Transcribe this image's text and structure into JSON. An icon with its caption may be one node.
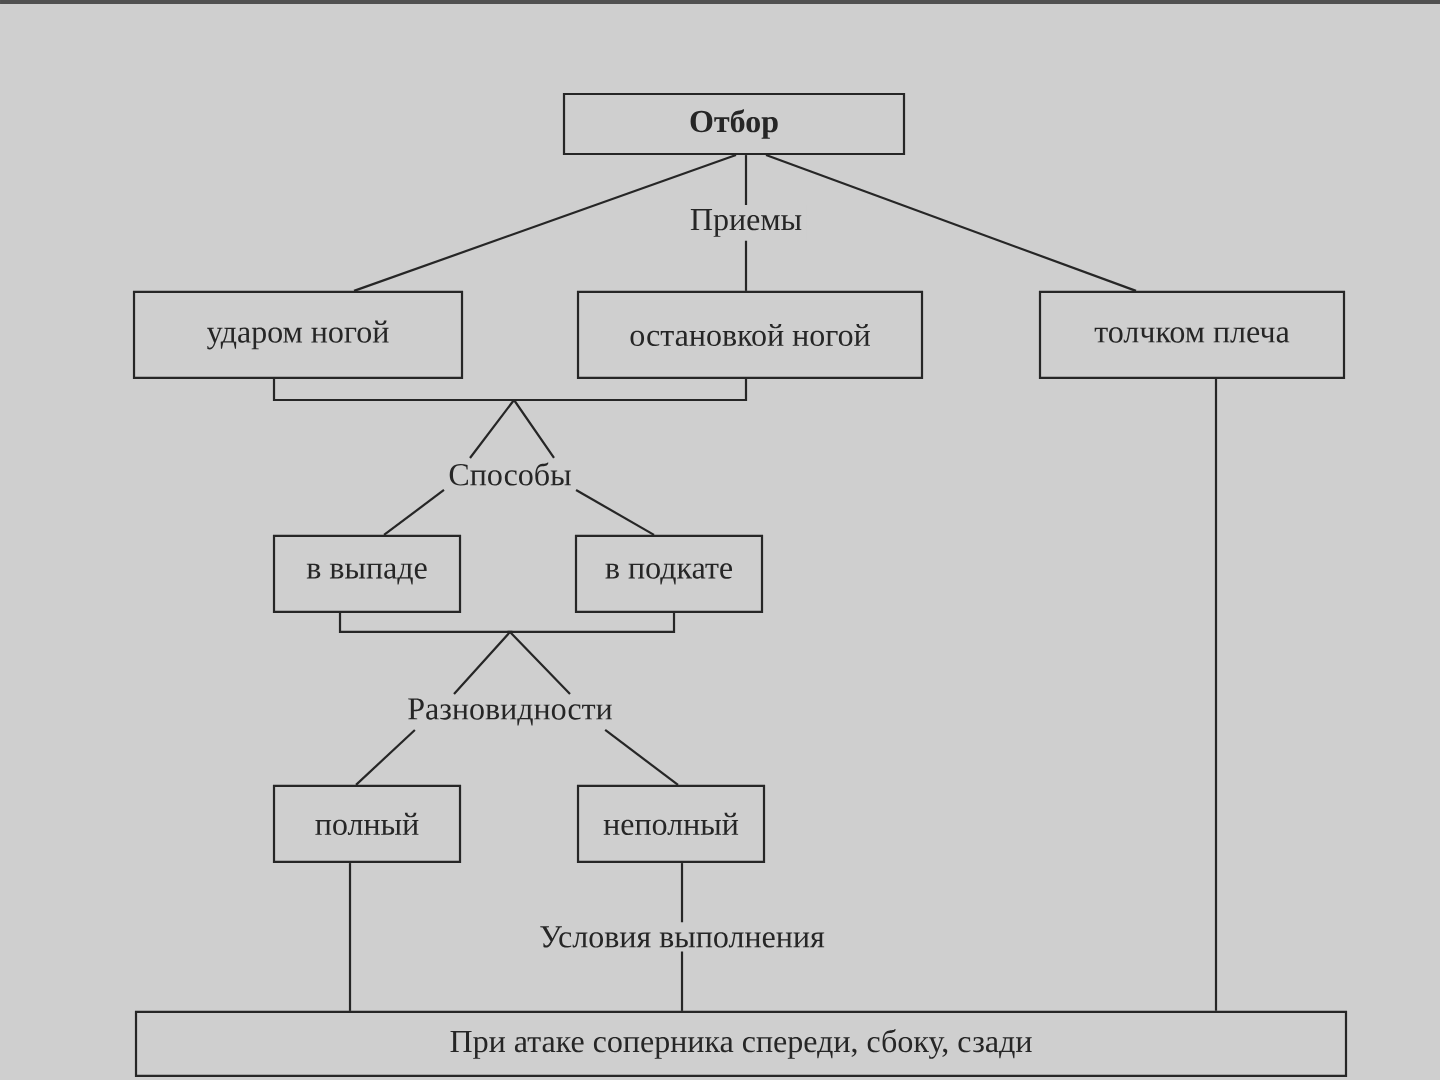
{
  "diagram": {
    "nodes": [
      {
        "text": [
          "Отбор"
        ]
      },
      {
        "text": [
          "ударом ногой"
        ]
      },
      {
        "text": [
          "остановкой ногой"
        ]
      },
      {
        "text": [
          "толчком плеча"
        ]
      },
      {
        "text": [
          "Способы"
        ]
      },
      {
        "text": [
          "в выпаде"
        ]
      },
      {
        "text": [
          "в подкате"
        ]
      },
      {
        "text": [
          "Разновидности"
        ]
      },
      {
        "text": [
          "полный"
        ]
      },
      {
        "text": [
          "неполный"
        ]
      },
      {
        "text": [
          "При атаке соперника спереди, сбоку, сзади"
        ]
      }
    ],
    "edges": [
      {
        "from": 0,
        "to": 1,
        "arrow": "none"
      },
      {
        "from": 0,
        "to": 2,
        "arrow": "none",
        "label": "Приемы"
      },
      {
        "from": 0,
        "to": 3,
        "arrow": "none"
      },
      {
        "from": 1,
        "to": 4,
        "arrow": "none"
      },
      {
        "from": 2,
        "to": 4,
        "arrow": "none"
      },
      {
        "from": 4,
        "to": 5,
        "arrow": "none"
      },
      {
        "from": 4,
        "to": 6,
        "arrow": "none"
      },
      {
        "from": 5,
        "to": 7,
        "arrow": "none"
      },
      {
        "from": 6,
        "to": 7,
        "arrow": "none"
      },
      {
        "from": 7,
        "to": 8,
        "arrow": "none"
      },
      {
        "from": 7,
        "to": 9,
        "arrow": "none"
      },
      {
        "from": 8,
        "to": 10,
        "arrow": "none"
      },
      {
        "from": 9,
        "to": 10,
        "arrow": "none",
        "label": "Условия выполнения"
      },
      {
        "from": 3,
        "to": 10,
        "arrow": "none"
      }
    ]
  }
}
